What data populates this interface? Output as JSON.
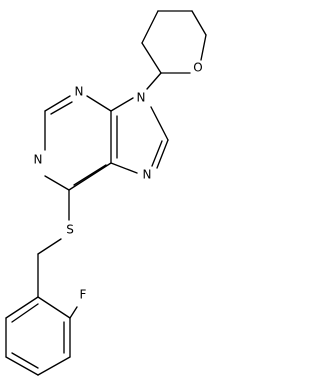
{
  "molecule": {
    "atom_labels": {
      "o_ring": "O",
      "n9": "N",
      "n3": "N",
      "n1": "N",
      "n7": "N",
      "s": "S",
      "f": "F"
    }
  }
}
